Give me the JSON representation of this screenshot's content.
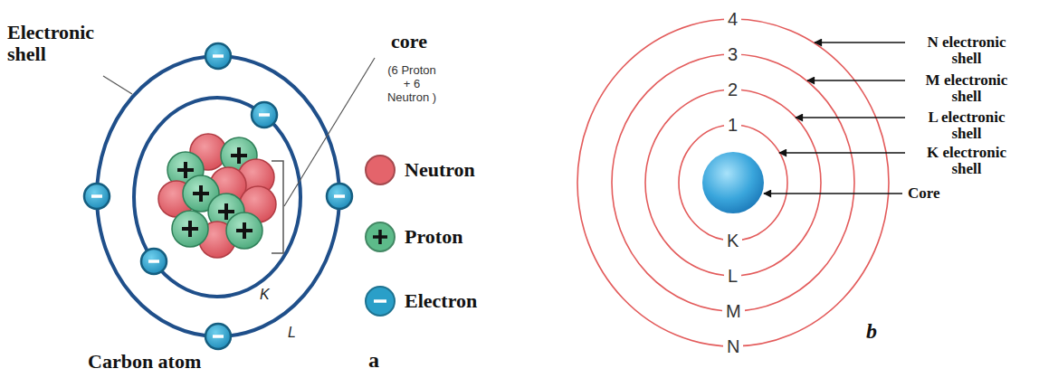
{
  "diagram": {
    "labels": [
      "Electronic shell",
      "core",
      "(6 Proton + 6 Neutron )",
      "K",
      "L",
      "Carbon atom",
      "a",
      "4",
      "3",
      "2",
      "1",
      "N electronic shell",
      "M electronic shell",
      "L electronic shell",
      "K electronic shell",
      "Core",
      "K",
      "L",
      "M",
      "N",
      "b"
    ],
    "legend": [
      {
        "text": "Neutron",
        "color": "#e4646b"
      },
      {
        "text": "Proton",
        "color": "#5dbb8a"
      },
      {
        "text": "Electron",
        "color": "#2a9fc8"
      }
    ]
  }
}
